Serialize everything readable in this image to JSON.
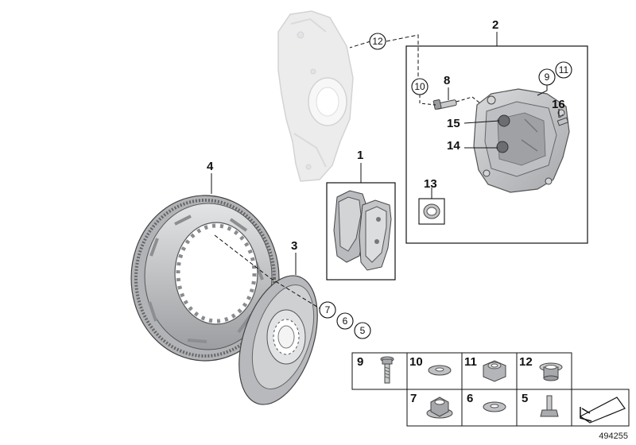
{
  "callouts": {
    "p1": "1",
    "p2": "2",
    "p3": "3",
    "p4": "4",
    "p5": "5",
    "p6": "6",
    "p7": "7",
    "p8": "8",
    "p9": "9",
    "p10": "10",
    "p11": "11",
    "p12": "12",
    "p13": "13",
    "p14": "14",
    "p15": "15",
    "p16": "16"
  },
  "legend_cells": [
    {
      "label": "9",
      "part": "bolt"
    },
    {
      "label": "10",
      "part": "washer"
    },
    {
      "label": "11",
      "part": "collar-nut"
    },
    {
      "label": "12",
      "part": "bushing"
    },
    {
      "label": "7",
      "part": "flange-nut"
    },
    {
      "label": "6",
      "part": "washer"
    },
    {
      "label": "5",
      "part": "pin"
    }
  ],
  "diagram_number": "494255",
  "colors": {
    "line": "#111111",
    "part_fill": "#c9cacc",
    "part_dark": "#8e9093",
    "knuckle_fill": "#ececed"
  }
}
